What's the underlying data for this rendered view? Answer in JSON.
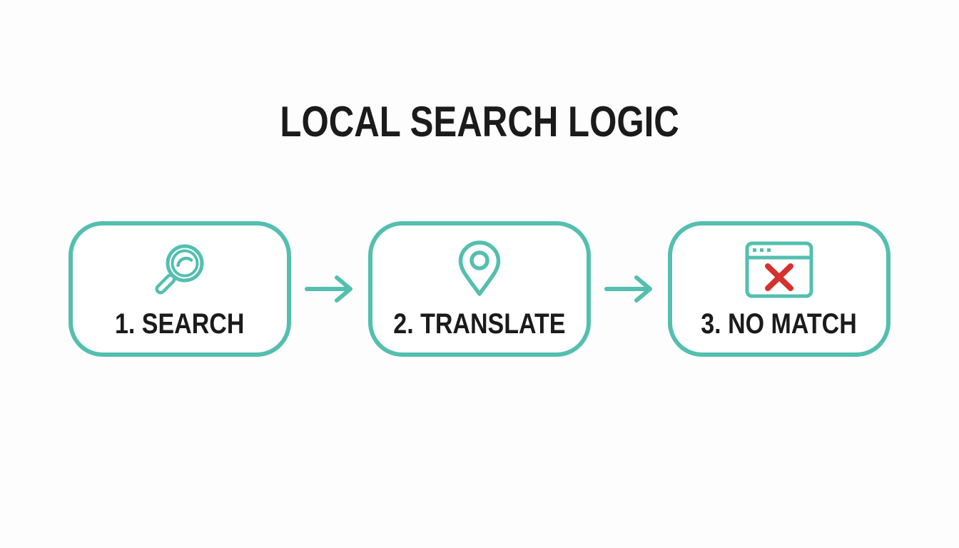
{
  "title": "LOCAL SEARCH LOGIC",
  "colors": {
    "teal": "#53bfaf",
    "red": "#d5312e",
    "text": "#1b1b1b",
    "background": "#fdfdfd"
  },
  "steps": [
    {
      "label": "1. SEARCH",
      "icon": "magnifier-icon"
    },
    {
      "label": "2. TRANSLATE",
      "icon": "location-pin-icon"
    },
    {
      "label": "3. NO MATCH",
      "icon": "browser-error-icon"
    }
  ]
}
